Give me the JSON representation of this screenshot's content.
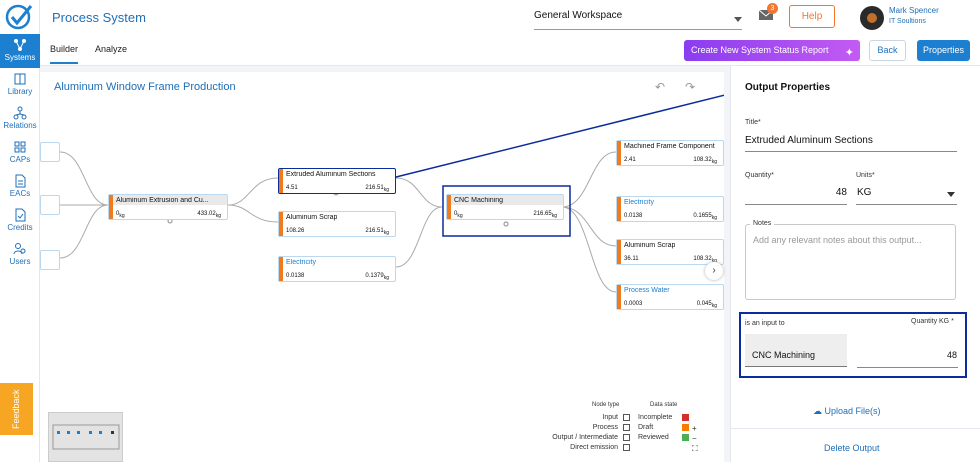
{
  "header": {
    "app_title": "Process System",
    "workspace": "General Workspace",
    "mail_count": "3",
    "help_label": "Help",
    "user_name": "Mark Spencer",
    "user_company": "IT Soultions"
  },
  "leftnav": {
    "items": [
      {
        "label": "Systems",
        "icon": "systems-icon",
        "active": true
      },
      {
        "label": "Library",
        "icon": "library-icon"
      },
      {
        "label": "Relations",
        "icon": "relations-icon"
      },
      {
        "label": "CAPs",
        "icon": "caps-icon"
      },
      {
        "label": "EACs",
        "icon": "eacs-icon"
      },
      {
        "label": "Credits",
        "icon": "credits-icon"
      },
      {
        "label": "Users",
        "icon": "users-icon"
      }
    ],
    "feedback_label": "Feedback"
  },
  "subheader": {
    "tabs": [
      "Builder",
      "Analyze"
    ],
    "create_report_label": "Create New System Status Report",
    "back_label": "Back",
    "properties_label": "Properties"
  },
  "canvas": {
    "title": "Aluminum Window Frame Production",
    "nodes": [
      {
        "id": "extrusion",
        "title": "Aluminum Extrusion and Cu...",
        "v1": "0",
        "v1_unit": "kg",
        "v2": "433.02",
        "v2_unit": "kg"
      },
      {
        "id": "extruded",
        "title": "Extruded Aluminum Sections",
        "v1": "4.51",
        "v2": "216.51",
        "v2_unit": "kg"
      },
      {
        "id": "scrap",
        "title": "Aluminum Scrap",
        "v1": "108.26",
        "v2": "216.51",
        "v2_unit": "kg"
      },
      {
        "id": "electricity1",
        "title": "Electricity",
        "v1": "0.0138",
        "v2": "0.1379",
        "v2_unit": "kg"
      },
      {
        "id": "cnc",
        "title": "CNC Machining",
        "v1": "0",
        "v1_unit": "kg",
        "v2": "216.65",
        "v2_unit": "kg"
      },
      {
        "id": "machined",
        "title": "Machined Frame Component",
        "v1": "2.41",
        "v2": "108.32",
        "v2_unit": "kg"
      },
      {
        "id": "electricity2",
        "title": "Electricity",
        "v1": "0.0138",
        "v2": "0.1655",
        "v2_unit": "kg"
      },
      {
        "id": "scrap2",
        "title": "Aluminum Scrap",
        "v1": "36.11",
        "v2": "108.32",
        "v2_unit": "kg"
      },
      {
        "id": "water",
        "title": "Process Water",
        "v1": "0.0003",
        "v2": "0.045",
        "v2_unit": "kg"
      }
    ],
    "legend": {
      "node_type_header": "Node type",
      "data_state_header": "Data state",
      "types": [
        "Input",
        "Process",
        "Output / Intermediate",
        "Direct emission"
      ],
      "states": [
        {
          "label": "Incomplete",
          "color": "#d32f2f"
        },
        {
          "label": "Draft",
          "color": "#f57c00"
        },
        {
          "label": "Reviewed",
          "color": "#4caf50"
        }
      ]
    }
  },
  "panel": {
    "title": "Output Properties",
    "title_label": "Title",
    "title_value": "Extruded Aluminum Sections",
    "quantity_label": "Quantity",
    "quantity_value": "48",
    "units_label": "Units",
    "units_value": "KG",
    "notes_label": "Notes",
    "notes_placeholder": "Add any relevant notes about this output...",
    "input_to_label": "is an input to",
    "quantity_kg_label": "Quantity KG",
    "input_to_value": "CNC Machining",
    "input_quantity_value": "48",
    "upload_label": "Upload File(s)",
    "delete_label": "Delete Output"
  }
}
